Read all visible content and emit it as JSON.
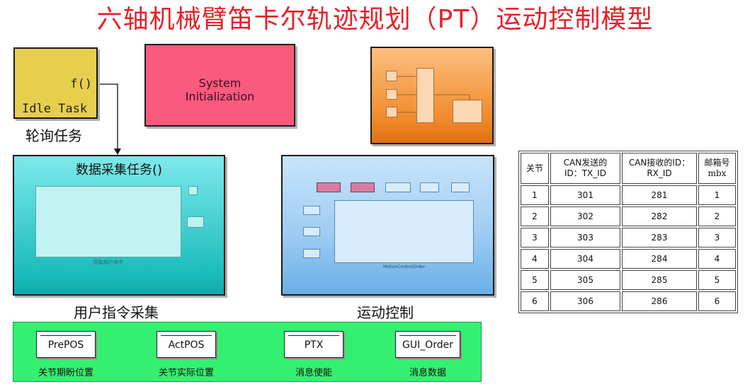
{
  "title": "六轴机械臂笛卡尔轨迹规划（PT）运动控制模型",
  "idle_block": {
    "function_label": "f()",
    "name": "Idle Task",
    "caption": "轮询任务"
  },
  "init_block": {
    "line1": "System",
    "line2": "Initialization"
  },
  "acquisition_block": {
    "title": "数据采集任务()",
    "inner_label": "获取用户命令",
    "caption": "用户指令采集"
  },
  "motion_block": {
    "inner_label": "MotionControlOrder",
    "caption": "运动控制"
  },
  "data_store": {
    "items": [
      {
        "name": "PrePOS",
        "caption": "关节期盼位置"
      },
      {
        "name": "ActPOS",
        "caption": "关节实际位置"
      },
      {
        "name": "PTX",
        "caption": "消息使能"
      },
      {
        "name": "GUI_Order",
        "caption": "消息数据"
      }
    ]
  },
  "can_table": {
    "headers": [
      "关节",
      "CAN发送的ID：TX_ID",
      "CAN接收的ID：RX_ID",
      "邮箱号mbx"
    ],
    "header_lines": [
      [
        "关节"
      ],
      [
        "CAN发送的",
        "ID：TX_ID"
      ],
      [
        "CAN接收的ID：",
        "RX_ID"
      ],
      [
        "邮箱号",
        "mbx"
      ]
    ],
    "rows": [
      [
        "1",
        "301",
        "281",
        "1"
      ],
      [
        "2",
        "302",
        "282",
        "2"
      ],
      [
        "3",
        "303",
        "283",
        "3"
      ],
      [
        "4",
        "304",
        "284",
        "4"
      ],
      [
        "5",
        "305",
        "285",
        "5"
      ],
      [
        "6",
        "306",
        "286",
        "6"
      ]
    ]
  },
  "colors": {
    "title": "#e8202a",
    "idle": "#e6cf4c",
    "init": "#fa5a7e",
    "orange": "#f08a2a",
    "cyan": "#1bbcbd",
    "blue": "#9fcdf3",
    "green": "#34f070"
  }
}
